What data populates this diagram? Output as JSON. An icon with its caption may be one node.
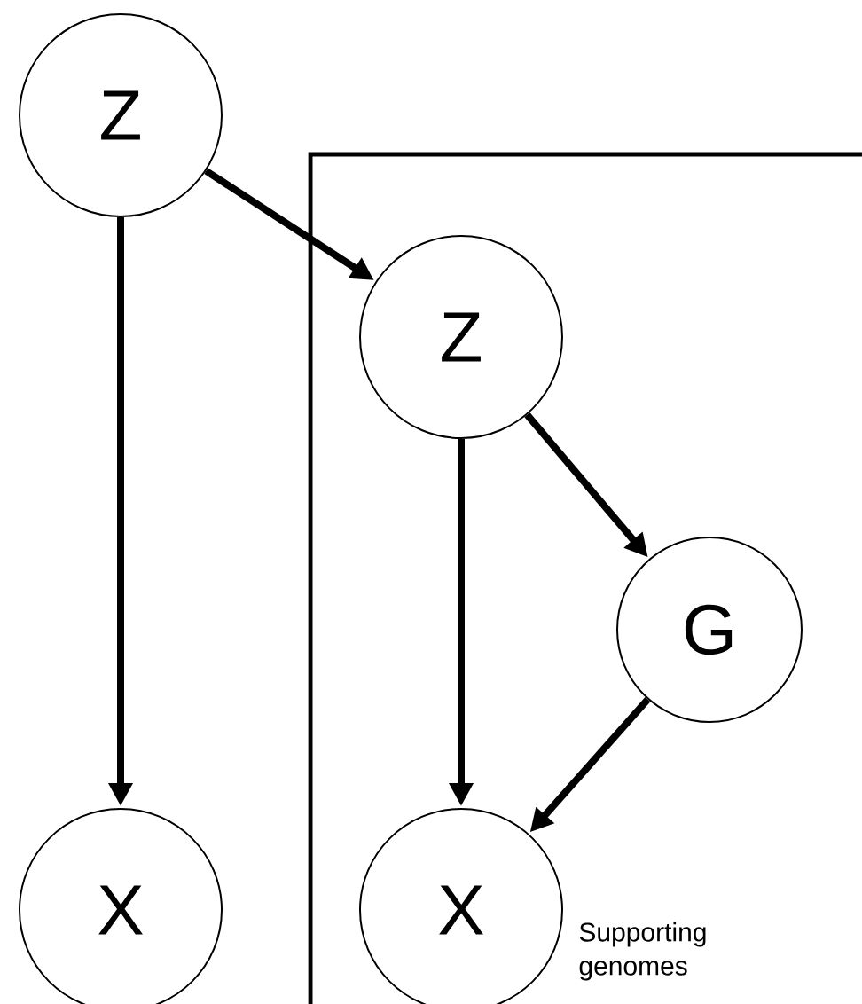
{
  "diagram": {
    "nodes": [
      {
        "text": [
          "Z"
        ]
      },
      {
        "text": [
          "Supporting genomes"
        ]
      },
      {
        "text": [
          "Z"
        ],
        "in": 1
      },
      {
        "text": [
          "G"
        ],
        "in": 1
      },
      {
        "text": [
          "X"
        ]
      },
      {
        "text": [
          "X"
        ],
        "in": 1
      }
    ],
    "edges": [
      {
        "from": 0,
        "to": 4,
        "arrow": "to"
      },
      {
        "from": 0,
        "to": 2,
        "arrow": "to"
      },
      {
        "from": 2,
        "to": 5,
        "arrow": "to"
      },
      {
        "from": 2,
        "to": 3,
        "arrow": "to"
      },
      {
        "from": 3,
        "to": 5,
        "arrow": "to"
      }
    ]
  }
}
